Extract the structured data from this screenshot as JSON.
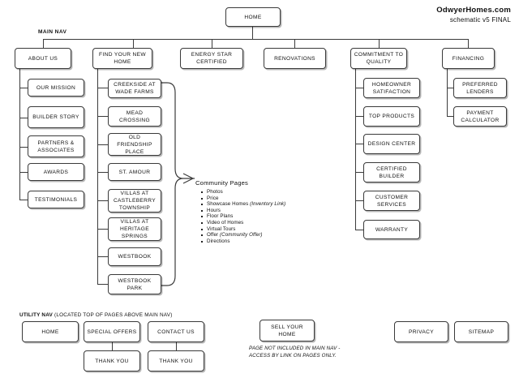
{
  "header": {
    "title": "OdwyerHomes.com",
    "subtitle": "schematic v5 FINAL"
  },
  "root": {
    "label": "HOME"
  },
  "main_nav": {
    "label": "MAIN NAV",
    "columns": [
      {
        "label": "ABOUT US",
        "children": [
          {
            "label": "OUR MISSION"
          },
          {
            "label": "BUILDER STORY"
          },
          {
            "label": "PARTNERS & ASSOCIATES"
          },
          {
            "label": "AWARDS"
          },
          {
            "label": "TESTIMONIALS"
          }
        ]
      },
      {
        "label": "FIND YOUR NEW HOME",
        "children": [
          {
            "label": "CREEKSIDE AT WADE FARMS"
          },
          {
            "label": "MEAD CROSSING"
          },
          {
            "label": "OLD FRIENDSHIP PLACE"
          },
          {
            "label": "ST. AMOUR"
          },
          {
            "label": "VILLAS AT CASTLEBERRY TOWNSHIP"
          },
          {
            "label": "VILLAS AT HERITAGE SPRINGS"
          },
          {
            "label": "WESTBOOK"
          },
          {
            "label": "WESTBOOK PARK"
          }
        ]
      },
      {
        "label": "ENERGY STAR CERTIFIED",
        "children": []
      },
      {
        "label": "RENOVATIONS",
        "children": []
      },
      {
        "label": "COMMITMENT TO QUALITY",
        "children": [
          {
            "label": "HOMEOWNER SATIFACTION"
          },
          {
            "label": "TOP PRODUCTS"
          },
          {
            "label": "DESIGN CENTER"
          },
          {
            "label": "CERTIFIED BUILDER"
          },
          {
            "label": "CUSTOMER SERVICES"
          },
          {
            "label": "WARRANTY"
          }
        ]
      },
      {
        "label": "FINANCING",
        "children": [
          {
            "label": "PREFERRED LENDERS"
          },
          {
            "label": "PAYMENT CALCULATOR"
          }
        ]
      }
    ]
  },
  "community_pages": {
    "heading": "Community Pages",
    "items": [
      {
        "text": "Photos",
        "em": ""
      },
      {
        "text": "Price",
        "em": ""
      },
      {
        "text": "Showcase Homes ",
        "em": "(Inventory Link)"
      },
      {
        "text": "Hours",
        "em": ""
      },
      {
        "text": "Floor Plans",
        "em": ""
      },
      {
        "text": "Video of Homes",
        "em": ""
      },
      {
        "text": "Virtual Tours",
        "em": ""
      },
      {
        "text": "Offer ",
        "em": "(Community Offer)"
      },
      {
        "text": "Directions",
        "em": ""
      }
    ]
  },
  "utility_nav": {
    "label_bold": "UTILITY NAV",
    "label_rest": " (LOCATED TOP OF PAGES ABOVE MAIN NAV)",
    "items": [
      {
        "label": "HOME"
      },
      {
        "label": "SPECIAL OFFERS",
        "child": {
          "label": "THANK YOU"
        }
      },
      {
        "label": "CONTACT US",
        "child": {
          "label": "THANK YOU"
        }
      }
    ]
  },
  "sell_your_home": {
    "label": "SELL YOUR HOME",
    "note_line1": "PAGE NOT INCLUDED IN MAIN NAV -",
    "note_line2": "ACCESS BY LINK ON PAGES ONLY."
  },
  "footer_nav": {
    "items": [
      {
        "label": "PRIVACY"
      },
      {
        "label": "SITEMAP"
      }
    ]
  },
  "colors": {
    "box_border": "#3a3a3a",
    "box_fill": "#ffffff",
    "line": "#3b3b3b",
    "text": "#111111"
  }
}
